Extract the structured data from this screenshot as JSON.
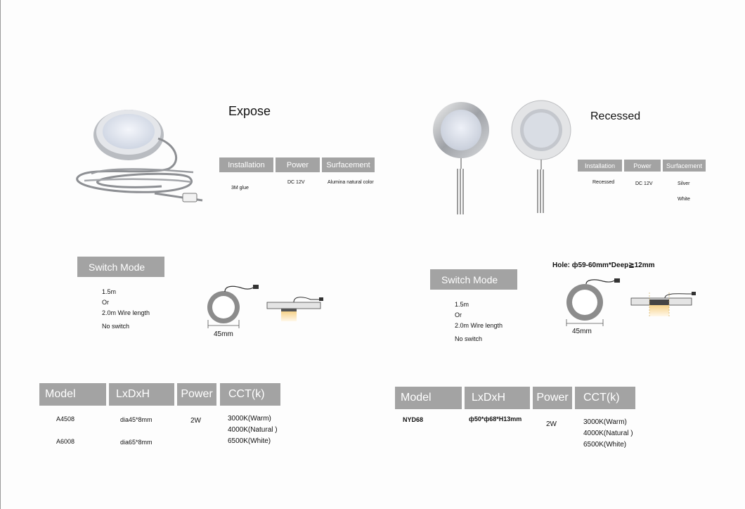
{
  "expose": {
    "title": "Expose",
    "table": {
      "headers": [
        "Installation",
        "Power",
        "Surfacement"
      ],
      "installation": "3M glue",
      "power": "DC 12V",
      "surface": "Alumina natural color"
    },
    "switch_mode": {
      "title": "Switch Mode",
      "lines": [
        "1.5m",
        "Or",
        "2.0m Wire length",
        "No switch"
      ],
      "dimension": "45mm"
    },
    "specs": {
      "headers": [
        "Model",
        "LxDxH",
        "Power",
        "CCT(k)"
      ],
      "models": [
        "A4508",
        "A6008"
      ],
      "sizes": [
        "dia45*8mm",
        "dia65*8mm"
      ],
      "power": "2W",
      "cct": [
        "3000K(Warm)",
        "4000K(Natural )",
        "6500K(White)"
      ]
    }
  },
  "recessed": {
    "title": "Recessed",
    "table": {
      "headers": [
        "Installation",
        "Power",
        "Surfacement"
      ],
      "installation": "Recessed",
      "power": "DC 12V",
      "surface": [
        "Silver",
        "White"
      ]
    },
    "hole": "Hole: ф59-60mm*Deep≧12mm",
    "switch_mode": {
      "title": "Switch Mode",
      "lines": [
        "1.5m",
        "Or",
        "2.0m Wire length",
        "No switch"
      ],
      "dimension": "45mm"
    },
    "specs": {
      "headers": [
        "Model",
        "LxDxH",
        "Power",
        "CCT(k)"
      ],
      "model": "NYD68",
      "size": "ф50*ф68*H13mm",
      "power": "2W",
      "cct": [
        "3000K(Warm)",
        "4000K(Natural )",
        "6500K(White)"
      ]
    }
  },
  "colors": {
    "header_bg": "#a3a3a3",
    "header_text": "#ffffff",
    "warm_glow": "#f6d28a"
  },
  "icons": [
    "puck-light-photo",
    "recessed-light-silver-photo",
    "recessed-light-white-photo",
    "light-top-view-diagram",
    "light-side-view-diagram",
    "recessed-side-view-diagram"
  ]
}
